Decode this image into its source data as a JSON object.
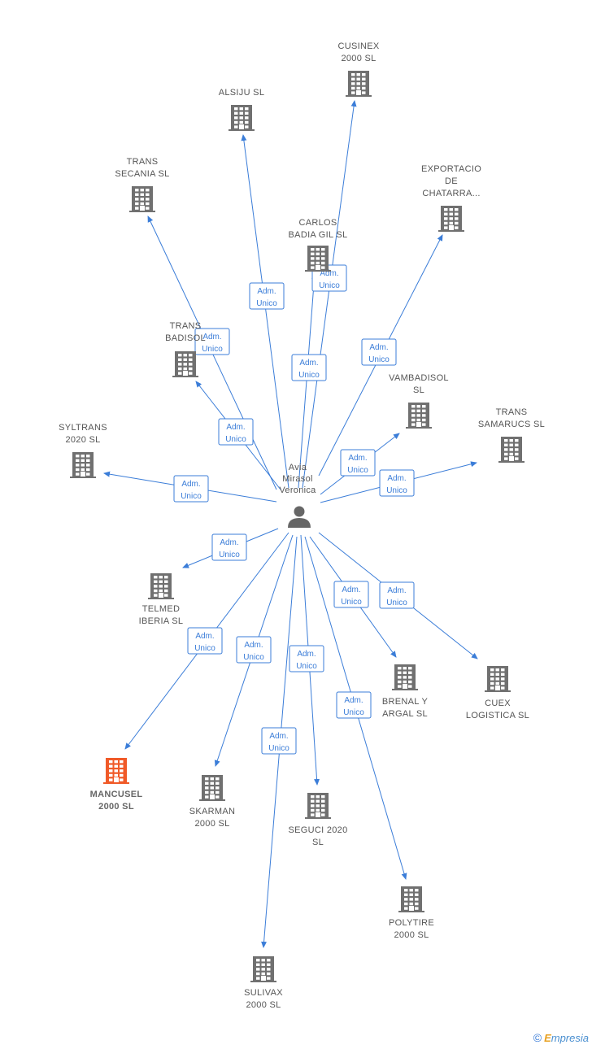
{
  "center": {
    "label_lines": [
      "Avia",
      "Mirasol",
      "Veronica"
    ]
  },
  "edge_label": [
    "Adm.",
    "Unico"
  ],
  "nodes": [
    {
      "name": "cusinex",
      "lines": [
        "CUSINEX",
        "2000 SL"
      ]
    },
    {
      "name": "alsiju",
      "lines": [
        "ALSIJU SL"
      ]
    },
    {
      "name": "trans-secania",
      "lines": [
        "TRANS",
        "SECANIA SL"
      ]
    },
    {
      "name": "exportacio",
      "lines": [
        "EXPORTACIO",
        "DE",
        "CHATARRA..."
      ]
    },
    {
      "name": "carlos-badia",
      "lines": [
        "CARLOS",
        "BADIA GIL SL"
      ]
    },
    {
      "name": "trans-badisol",
      "lines": [
        "TRANS",
        "BADISOL"
      ]
    },
    {
      "name": "vambadisol",
      "lines": [
        "VAMBADISOL",
        "SL"
      ]
    },
    {
      "name": "trans-samarucs",
      "lines": [
        "TRANS",
        "SAMARUCS SL"
      ]
    },
    {
      "name": "syltrans",
      "lines": [
        "SYLTRANS",
        "2020 SL"
      ]
    },
    {
      "name": "telmed",
      "lines": [
        "TELMED",
        "IBERIA SL"
      ]
    },
    {
      "name": "brenal",
      "lines": [
        "BRENAL Y",
        "ARGAL SL"
      ]
    },
    {
      "name": "cuex",
      "lines": [
        "CUEX",
        "LOGISTICA SL"
      ]
    },
    {
      "name": "mancusel",
      "lines": [
        "MANCUSEL",
        "2000 SL"
      ],
      "highlight": true
    },
    {
      "name": "skarman",
      "lines": [
        "SKARMAN",
        "2000 SL"
      ]
    },
    {
      "name": "seguci",
      "lines": [
        "SEGUCI 2020",
        "SL"
      ]
    },
    {
      "name": "polytire",
      "lines": [
        "POLYTIRE",
        "2000 SL"
      ]
    },
    {
      "name": "sulivax",
      "lines": [
        "SULIVAX",
        "2000 SL"
      ]
    }
  ],
  "colors": {
    "edge": "#3b7dd8",
    "building": "#707070",
    "highlight": "#f05a28",
    "person": "#666666"
  },
  "footer": {
    "copyright": "©",
    "brand_first": "E",
    "brand_rest": "mpresia"
  }
}
